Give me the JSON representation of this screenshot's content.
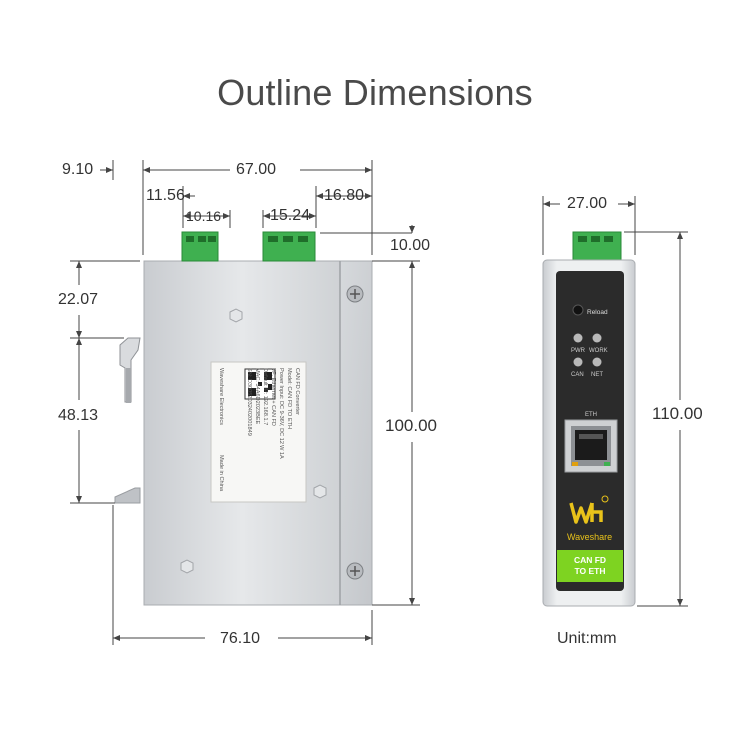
{
  "title": "Outline Dimensions",
  "unit_label": "Unit:mm",
  "dimensions": {
    "top_left_offset": "9.10",
    "total_width_top": "67.00",
    "left_terminal_offset": "11.56",
    "left_terminal_width": "10.16",
    "right_terminal_width": "15.24",
    "right_terminal_offset": "16.80",
    "terminal_height": "10.00",
    "rail_top": "22.07",
    "rail_height": "48.13",
    "side_height": "100.00",
    "bottom_width": "76.10",
    "front_width": "27.00",
    "front_height": "110.00"
  },
  "side_label": {
    "model_line": "CAN FD Converter",
    "name_line": "Model: CAN FD TO ETH",
    "power_line": "Power Input: DC 9-36V, DC 12 W 1A",
    "interface_line": "I/F: Ethernet + CAN FD",
    "ip_line": "Default IP: 192.168.1.7",
    "mac_line": "MAC: 54A6D2023BEE",
    "sn_line": "SN: D30052032402001849",
    "brand_line": "Waveshare Electronics",
    "made_line": "Made in China"
  },
  "front_panel": {
    "reload_label": "Reload",
    "pwr_label": "PWR",
    "work_label": "WORK",
    "can_label": "CAN",
    "net_label": "NET",
    "eth_label": "ETH",
    "brand": "Waveshare",
    "product_line1": "CAN FD",
    "product_line2": "TO ETH"
  },
  "colors": {
    "terminal_green": "#3fb050",
    "panel_dark": "#2b2b2b",
    "accent_green": "#7ed321",
    "housing": "#d9dcdf"
  }
}
